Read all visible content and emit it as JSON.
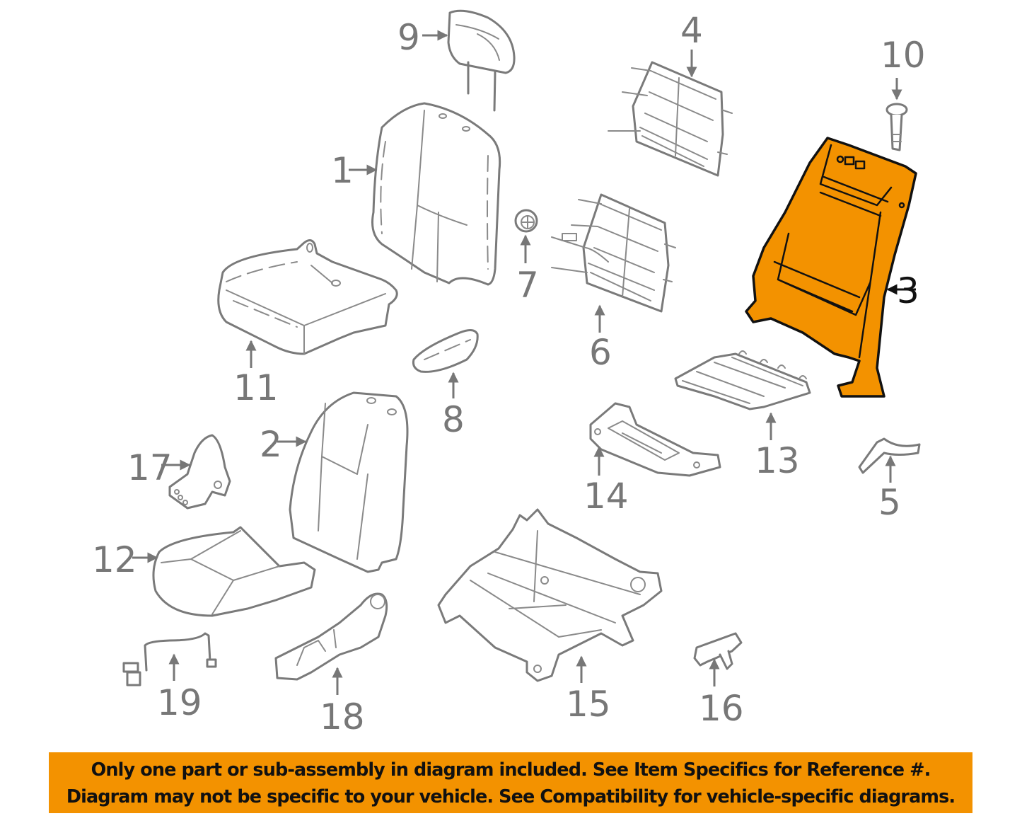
{
  "diagram": {
    "highlight_color": "#f39200",
    "line_color": "#7a7a7a",
    "highlighted_callout": "3",
    "callouts": {
      "c1": "1",
      "c2": "2",
      "c3": "3",
      "c4": "4",
      "c5": "5",
      "c6": "6",
      "c7": "7",
      "c8": "8",
      "c9": "9",
      "c10": "10",
      "c11": "11",
      "c12": "12",
      "c13": "13",
      "c14": "14",
      "c15": "15",
      "c16": "16",
      "c17": "17",
      "c18": "18",
      "c19": "19"
    }
  },
  "notice": {
    "background": "#f39200",
    "line1": "Only one part or sub-assembly in diagram included. See Item Specifics for Reference #.",
    "line2": "Diagram may not be specific to your vehicle. See Compatibility for vehicle-specific diagrams."
  }
}
